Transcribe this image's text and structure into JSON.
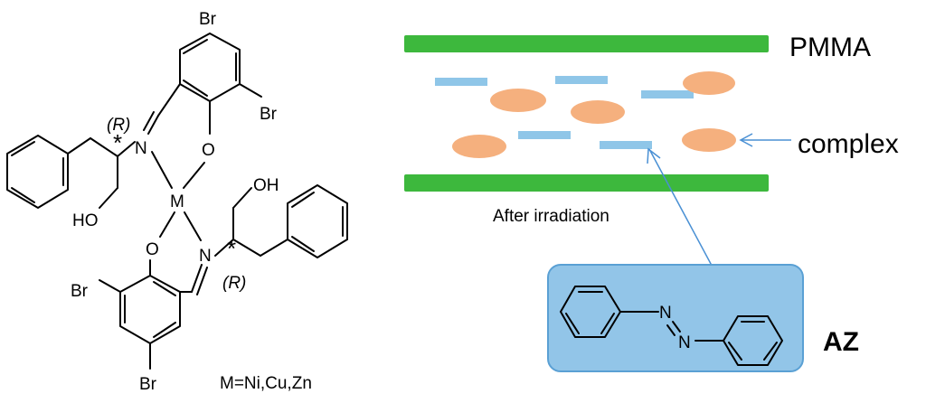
{
  "structure": {
    "br_top": "Br",
    "br_upper_right": "Br",
    "br_lower_left": "Br",
    "br_bottom": "Br",
    "n_upper": "N",
    "n_lower": "N",
    "o_upper": "O",
    "o_lower": "O",
    "metal": "M",
    "oh_right": "OH",
    "ho_left": "HO",
    "r_upper": "(R)",
    "r_lower": "(R)",
    "star_upper": "*",
    "star_lower": "*",
    "metal_note": "M=Ni,Cu,Zn"
  },
  "film": {
    "top_label": "PMMA",
    "complex_label": "complex",
    "caption": "After irradiation",
    "layer_color": "#3db83d",
    "rod_color": "#8fc6e8",
    "ellipse_color": "#f5b07e"
  },
  "azobenzene": {
    "label": "AZ",
    "n1": "N",
    "n2": "N",
    "box_color": "#92c5e8",
    "box_border": "#5aa0d4"
  }
}
